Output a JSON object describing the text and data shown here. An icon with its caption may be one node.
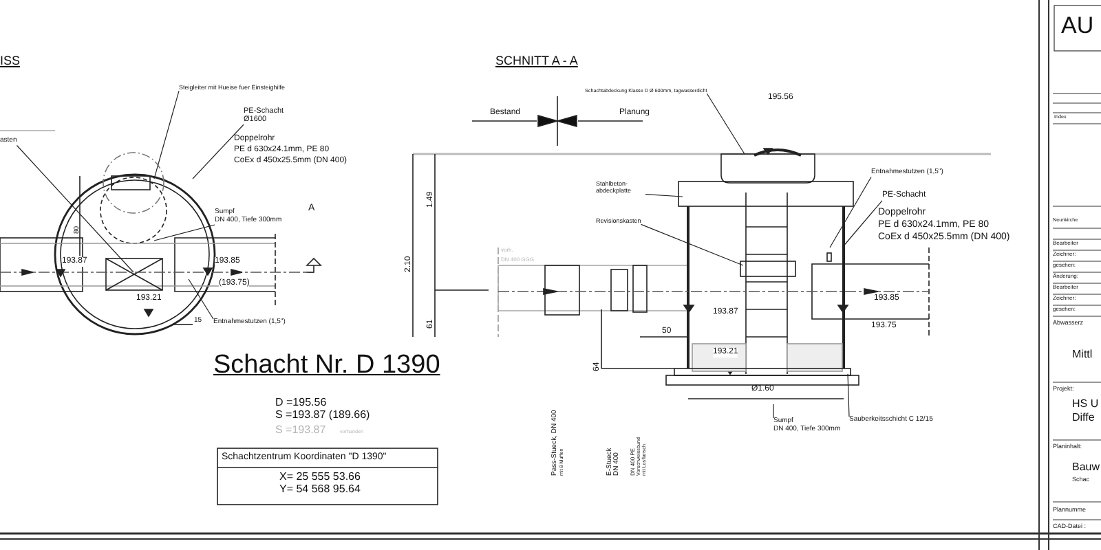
{
  "diagram": {
    "nodes": [
      {
        "text": [
          "Steigleiter mit Hueise fuer Einsteighilfe"
        ]
      },
      {
        "text": [
          "PE-Schacht",
          "Ø1600"
        ]
      },
      {
        "text": [
          "asten"
        ]
      },
      {
        "text": [
          "Sumpf",
          "DN 400, Tiefe 300mm"
        ]
      },
      {
        "text": [
          "Entnahmestutzen (1,5\")"
        ]
      },
      {
        "text": [
          "Schachtabdeckung Klasse D Ø 600mm, tagwasserdicht"
        ]
      },
      {
        "text": [
          "Stahlbeton- abdeckplatte"
        ]
      },
      {
        "text": [
          "Revisionskasten"
        ]
      },
      {
        "text": [
          "Entnahmestutzen (1,5\")"
        ]
      },
      {
        "text": [
          "PE-Schacht"
        ]
      },
      {
        "text": [
          "Sumpf",
          "DN 400, Tiefe 300mm"
        ]
      },
      {
        "text": [
          "Sauberkeitsschicht C 12/15"
        ]
      }
    ],
    "edges": [
      {
        "from": 0,
        "to": null,
        "arrow": "none"
      },
      {
        "from": 1,
        "to": null,
        "arrow": "none"
      },
      {
        "from": 2,
        "to": null,
        "arrow": "none"
      },
      {
        "from": 3,
        "to": null,
        "arrow": "none"
      },
      {
        "from": 4,
        "to": null,
        "arrow": "none"
      },
      {
        "from": 5,
        "to": null,
        "arrow": "none"
      },
      {
        "from": 6,
        "to": null,
        "arrow": "none"
      },
      {
        "from": 7,
        "to": null,
        "arrow": "none"
      },
      {
        "from": 8,
        "to": null,
        "arrow": "none"
      },
      {
        "from": 9,
        "to": null,
        "arrow": "none"
      },
      {
        "from": 10,
        "to": null,
        "arrow": "none"
      },
      {
        "from": 11,
        "to": null,
        "arrow": "none"
      }
    ],
    "labels": [
      "ISS",
      "SCHNITT A - A",
      "Doppelrohr",
      "PE d 630x24.1mm, PE 80",
      "CoEx d 450x25.5mm (DN 400)",
      "80",
      "193.87",
      "193.85",
      "(193.75)",
      "A",
      "193.21",
      "15",
      "Schacht Nr. D 1390",
      "D =195.56",
      "S =193.87 (189.66)",
      "S =193.87",
      "vorhanden",
      "Schachtzentrum Koordinaten \"D 1390\"",
      "X= 25 555 53.66",
      "Y= 54 568 95.64",
      "Bestand",
      "Planung",
      "195.56",
      "2.10",
      "1.49",
      "61",
      "vorh.",
      "DN 400 GGG",
      "Doppelrohr",
      "PE d 630x24.1mm, PE 80",
      "CoEx d 450x25.5mm (DN 400)",
      "193.87",
      "193.85",
      "50",
      "193.75",
      "64",
      "193.21",
      "Ø1.60",
      "Pass-Stueck, DN 400",
      "mit 8 Muffen",
      "E-Stueck",
      "DN 400",
      "DN 400 PE",
      "Vorschweissbund",
      "mit Losflansch",
      "AU",
      "Index",
      "Neunkirche",
      "Bearbeiter",
      "Zeichner:",
      "gesehen:",
      "Änderung:",
      "Bearbeiter",
      "Zeichner:",
      "gesehen:",
      "Abwasserz",
      "Mittl",
      "Projekt:",
      "HS U",
      "Diffe",
      "Planinhalt:",
      "Bauw",
      "Schac",
      "Plannumme",
      "CAD-Datei :"
    ]
  }
}
